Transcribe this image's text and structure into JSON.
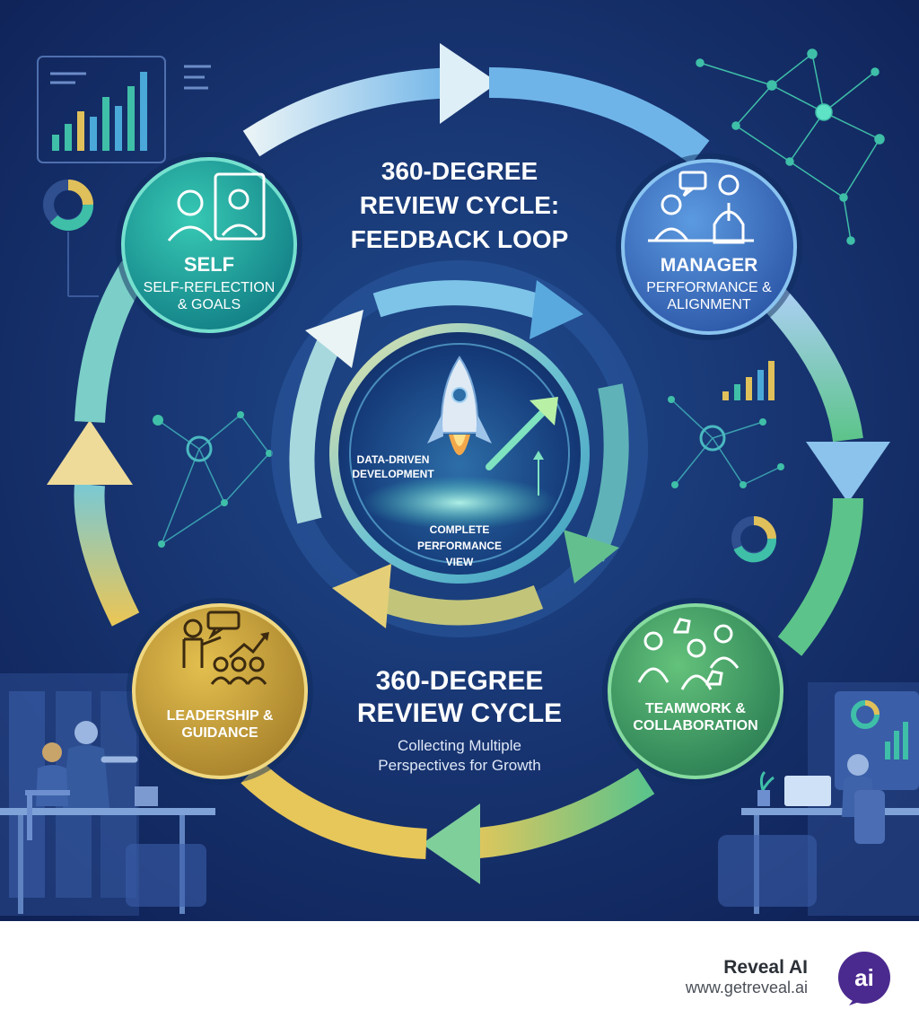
{
  "diagram": {
    "title_lines": [
      "360-DEGREE",
      "REVIEW CYCLE:",
      "FEEDBACK LOOP"
    ],
    "nodes": {
      "self": {
        "title": "SELF",
        "lines": [
          "SELF-REFLECTION",
          "& GOALS"
        ],
        "color": "#1aa39a"
      },
      "manager": {
        "title": "MANAGER",
        "lines": [
          "PERFORMANCE &",
          "ALIGNMENT"
        ],
        "color": "#3d74c6"
      },
      "teamwork": {
        "lines": [
          "TEAMWORK &",
          "COLLABORATION"
        ],
        "color": "#3f9a5e"
      },
      "leadership": {
        "lines": [
          "LEADERSHIP &",
          "GUIDANCE"
        ],
        "color": "#c9a33a"
      }
    },
    "center": {
      "left_lines": [
        "DATA-DRIVEN",
        "DEVELOPMENT"
      ],
      "bottom_lines": [
        "COMPLETE",
        "PERFORMANCE",
        "VIEW"
      ]
    },
    "subtitle_lines": [
      "360-DEGREE",
      "REVIEW CYCLE"
    ],
    "tagline_lines": [
      "Collecting Multiple",
      "Perspectives for Growth"
    ]
  },
  "footer": {
    "brand_name": "Reveal AI",
    "brand_url": "www.getreveal.ai",
    "logo_text": "ai",
    "logo_color": "#4b2a8f"
  },
  "colors": {
    "background": "#142a62",
    "accent_teal": "#37c9b4",
    "accent_blue": "#6fb4e8",
    "accent_gold": "#e7c65a",
    "accent_green": "#5cc48a"
  }
}
